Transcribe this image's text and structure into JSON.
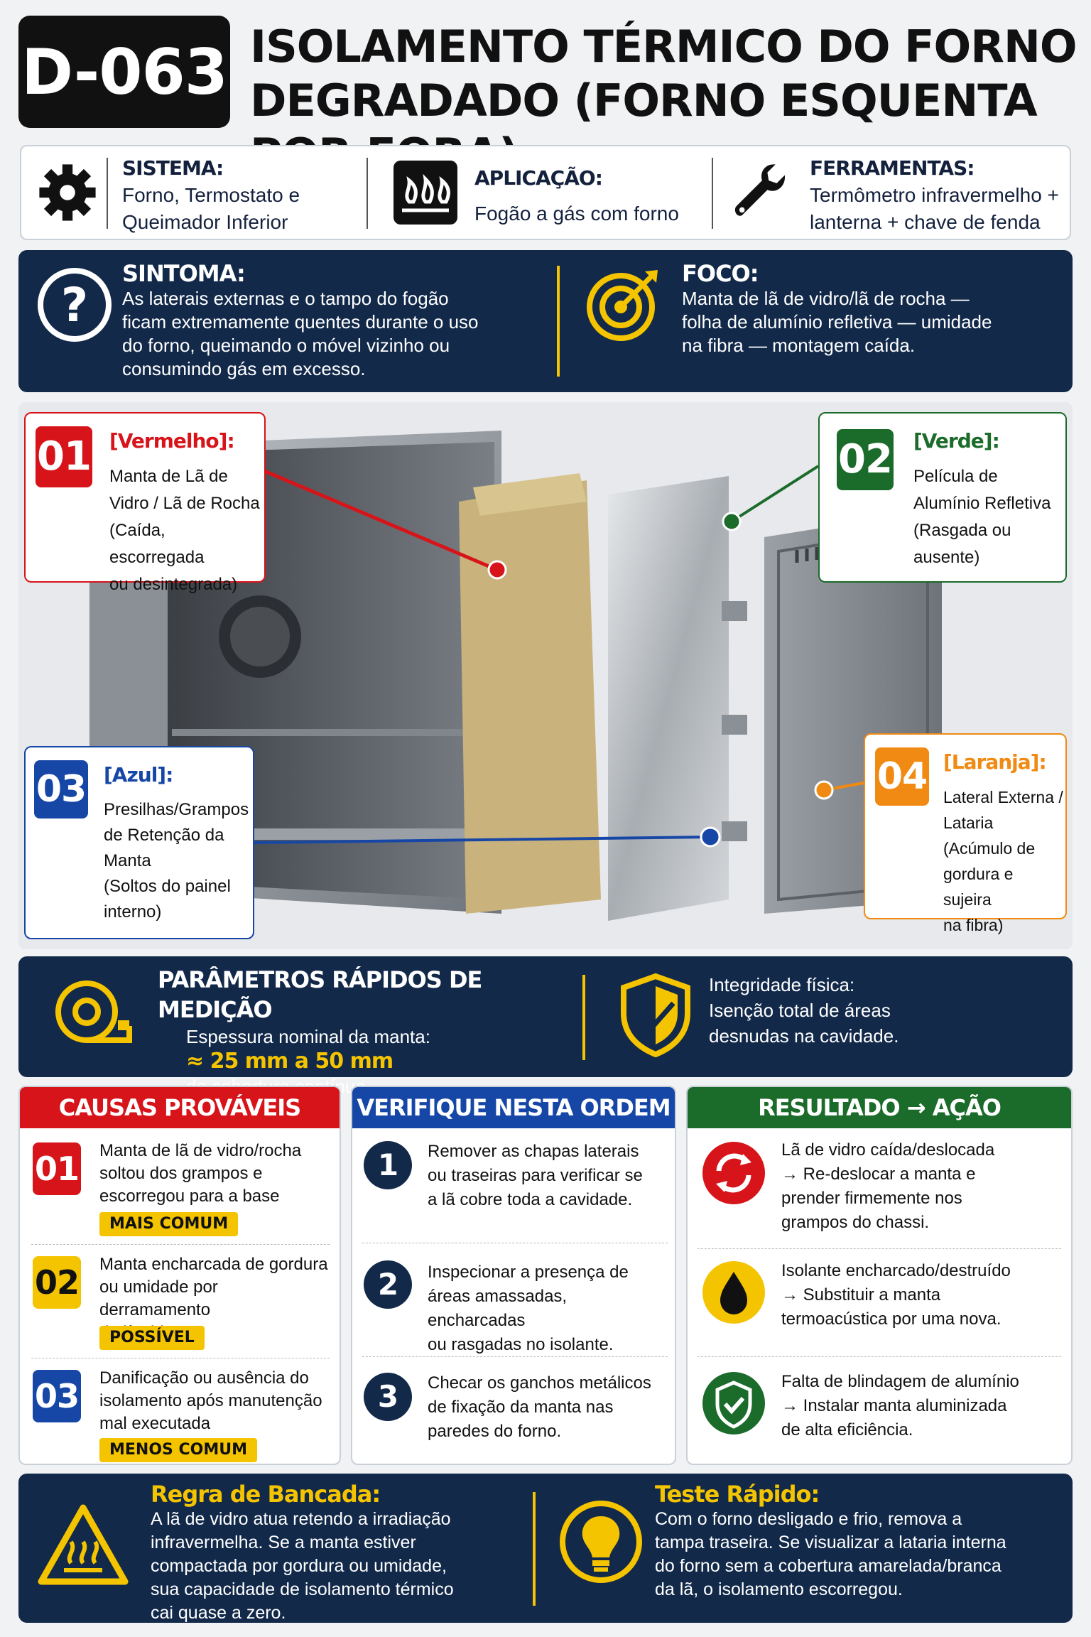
{
  "header": {
    "code": "D-063",
    "title_line1": "ISOLAMENTO TÉRMICO DO FORNO",
    "title_line2": "DEGRADADO (FORNO ESQUENTA POR FORA)"
  },
  "info": {
    "sistema": {
      "label": "SISTEMA:",
      "line1": "Forno, Termostato e",
      "line2": "Queimador Inferior"
    },
    "aplicacao": {
      "label": "APLICAÇÃO:",
      "text": "Fogão a gás com forno"
    },
    "ferramentas": {
      "label": "FERRAMENTAS:",
      "line1": "Termômetro infravermelho +",
      "line2": "lanterna + chave de fenda"
    }
  },
  "sintoma": {
    "label": "SINTOMA:",
    "lines": [
      "As laterais externas e o tampo do fogão",
      "ficam extremamente quentes durante o uso",
      "do forno, queimando o móvel vizinho ou",
      "consumindo gás em excesso."
    ]
  },
  "foco": {
    "label": "FOCO:",
    "lines": [
      "Manta de lã de vidro/lã de rocha —",
      "folha de alumínio refletiva — umidade",
      "na fibra — montagem caída."
    ]
  },
  "callouts": [
    {
      "num": "01",
      "tag": "[Vermelho]:",
      "lines": [
        "Manta de Lã de",
        "Vidro / Lã de Rocha"
      ],
      "note": [
        "(Caída, escorregada",
        "ou desintegrada)"
      ],
      "color": "#d7141a"
    },
    {
      "num": "02",
      "tag": "[Verde]:",
      "lines": [
        "Película de",
        "Alumínio Refletiva"
      ],
      "note": [
        "(Rasgada ou",
        "ausente)"
      ],
      "color": "#1b6b2a"
    },
    {
      "num": "03",
      "tag": "[Azul]:",
      "lines": [
        "Presilhas/Grampos",
        "de Retenção da",
        "Manta"
      ],
      "note": [
        "(Soltos do painel",
        "interno)"
      ],
      "color": "#1747a6"
    },
    {
      "num": "04",
      "tag": "[Laranja]:",
      "lines": [
        "Lateral Externa /",
        "Lataria"
      ],
      "note": [
        "(Acúmulo de",
        "gordura e sujeira",
        "na fibra)"
      ],
      "color": "#f08a12"
    }
  ],
  "params": {
    "title": "PARÂMETROS RÁPIDOS DE MEDIÇÃO",
    "line1": "Espessura nominal da manta:",
    "value": "≈ 25 mm a 50 mm",
    "line3": "de cobertura contínua.",
    "integrity_label": "Integridade física:",
    "integrity_line1": "Isenção total de áreas",
    "integrity_line2": "desnudas na cavidade."
  },
  "causas": {
    "header": "CAUSAS  PROVÁVEIS",
    "items": [
      {
        "num": "01",
        "lines": [
          "Manta de lã de vidro/rocha",
          "soltou dos grampos e",
          "escorregou para a base"
        ],
        "badge": "MAIS COMUM",
        "color": "#d7141a"
      },
      {
        "num": "02",
        "lines": [
          "Manta encharcada de gordura",
          "ou umidade por derramamento",
          "de líquidos"
        ],
        "badge": "POSSÍVEL",
        "color": "#f5c400"
      },
      {
        "num": "03",
        "lines": [
          "Danificação ou ausência do",
          "isolamento após manutenção",
          "mal executada"
        ],
        "badge": "MENOS COMUM",
        "color": "#1747a6"
      }
    ]
  },
  "verifique": {
    "header": "VERIFIQUE NESTA ORDEM",
    "items": [
      {
        "num": "1",
        "lines": [
          "Remover as chapas laterais",
          "ou traseiras para verificar se",
          "a lã cobre toda a cavidade."
        ]
      },
      {
        "num": "2",
        "lines": [
          "Inspecionar a presença de",
          "áreas amassadas, encharcadas",
          "ou rasgadas no isolante."
        ]
      },
      {
        "num": "3",
        "lines": [
          "Checar os ganchos metálicos",
          "de fixação da manta nas",
          "paredes do forno."
        ]
      }
    ]
  },
  "resultado": {
    "header": "RESULTADO → AÇÃO",
    "items": [
      {
        "icon": "refresh-icon",
        "lines": [
          "Lã de vidro caída/deslocada",
          "→ Re-deslocar a manta e",
          "prender firmemente nos",
          "grampos do chassi."
        ]
      },
      {
        "icon": "drop-icon",
        "lines": [
          "Isolante encharcado/destruído",
          "→ Substituir a manta",
          "termoacústica por uma nova."
        ]
      },
      {
        "icon": "shield-check-icon",
        "lines": [
          "Falta de blindagem de alumínio",
          "→ Instalar manta aluminizada",
          "de alta eficiência."
        ]
      }
    ]
  },
  "regra": {
    "label": "Regra de Bancada:",
    "lines": [
      "A lã de vidro atua retendo a irradiação",
      "infravermelha. Se a manta estiver",
      "compactada por gordura ou umidade,",
      "sua capacidade de isolamento térmico",
      "cai quase a zero."
    ]
  },
  "teste": {
    "label": "Teste Rápido:",
    "lines": [
      "Com o forno desligado e frio, remova a",
      "tampa traseira. Se visualizar a lataria interna",
      "do forno sem a cobertura amarelada/branca",
      "da lã, o isolamento escorregou."
    ]
  }
}
